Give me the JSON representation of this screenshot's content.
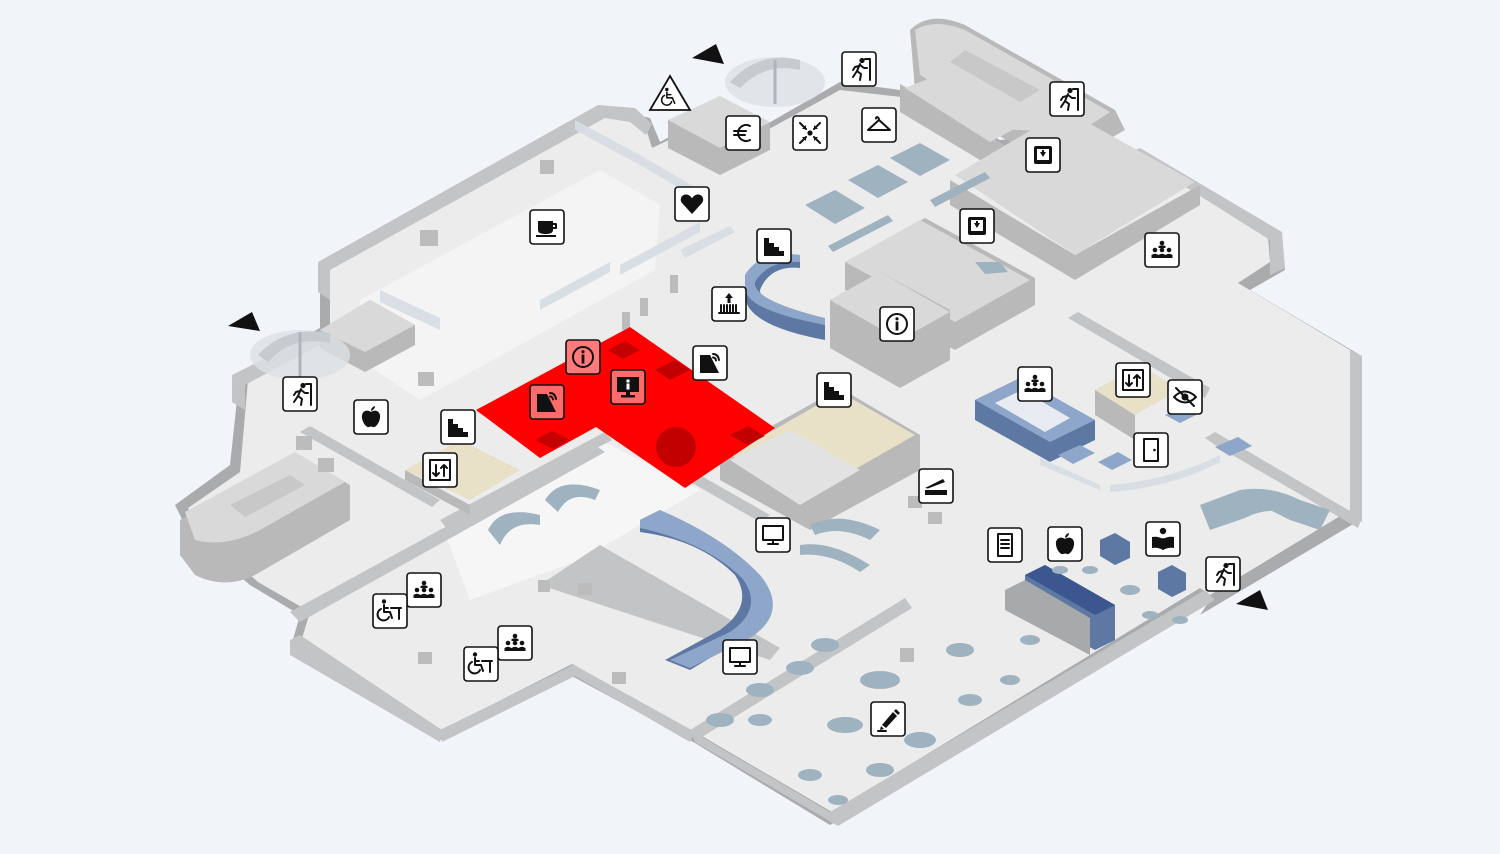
{
  "map": {
    "highlight_color": "#ff0000",
    "background_color": "#f1f4f9",
    "floor_color": "#ececec",
    "wall_color": "#b3b5b7",
    "furniture_blue": "#6d87b1",
    "entrance_markers": 3,
    "highlighted_zone": "red-selected-area"
  },
  "pois": [
    {
      "id": "accessible-entrance",
      "icon": "wheelchair-warning-icon"
    },
    {
      "id": "exit-top",
      "icon": "emergency-exit-icon"
    },
    {
      "id": "exit-top-right",
      "icon": "emergency-exit-icon"
    },
    {
      "id": "currency-exchange",
      "icon": "euro-icon"
    },
    {
      "id": "meeting-point",
      "icon": "meeting-point-icon"
    },
    {
      "id": "cloakroom",
      "icon": "coat-hanger-icon"
    },
    {
      "id": "lockers-1",
      "icon": "locker-icon"
    },
    {
      "id": "lockers-2",
      "icon": "locker-icon"
    },
    {
      "id": "first-aid",
      "icon": "heart-icon"
    },
    {
      "id": "cafe",
      "icon": "coffee-cup-icon"
    },
    {
      "id": "stairs-top",
      "icon": "stairs-icon"
    },
    {
      "id": "escalator",
      "icon": "escalator-icon"
    },
    {
      "id": "group-room-right",
      "icon": "group-icon"
    },
    {
      "id": "info-center",
      "icon": "info-icon"
    },
    {
      "id": "exit-left",
      "icon": "emergency-exit-icon"
    },
    {
      "id": "food-left",
      "icon": "apple-icon"
    },
    {
      "id": "stairs-left",
      "icon": "stairs-icon"
    },
    {
      "id": "elevator-left",
      "icon": "elevator-icon"
    },
    {
      "id": "info-red",
      "icon": "info-icon"
    },
    {
      "id": "info-desk-red",
      "icon": "info-desk-icon"
    },
    {
      "id": "printer-wifi-1",
      "icon": "print-wireless-icon"
    },
    {
      "id": "printer-wifi-2",
      "icon": "print-wireless-icon"
    },
    {
      "id": "stairs-center",
      "icon": "stairs-icon"
    },
    {
      "id": "group-room-blue",
      "icon": "group-icon"
    },
    {
      "id": "elevator-right",
      "icon": "elevator-icon"
    },
    {
      "id": "quiet-zone",
      "icon": "eye-off-icon"
    },
    {
      "id": "door",
      "icon": "door-icon"
    },
    {
      "id": "scanner",
      "icon": "scanner-icon"
    },
    {
      "id": "computer-1",
      "icon": "monitor-icon"
    },
    {
      "id": "computer-2",
      "icon": "monitor-icon"
    },
    {
      "id": "catalogue",
      "icon": "catalogue-icon"
    },
    {
      "id": "food-right",
      "icon": "apple-icon"
    },
    {
      "id": "reading-room",
      "icon": "reading-icon"
    },
    {
      "id": "exit-right",
      "icon": "emergency-exit-icon"
    },
    {
      "id": "accessible-group-1",
      "icon": "wheelchair-desk-icon"
    },
    {
      "id": "group-room-left-1",
      "icon": "group-icon"
    },
    {
      "id": "accessible-group-2",
      "icon": "wheelchair-desk-icon"
    },
    {
      "id": "group-room-left-2",
      "icon": "group-icon"
    },
    {
      "id": "writing-area",
      "icon": "pencil-icon"
    }
  ]
}
